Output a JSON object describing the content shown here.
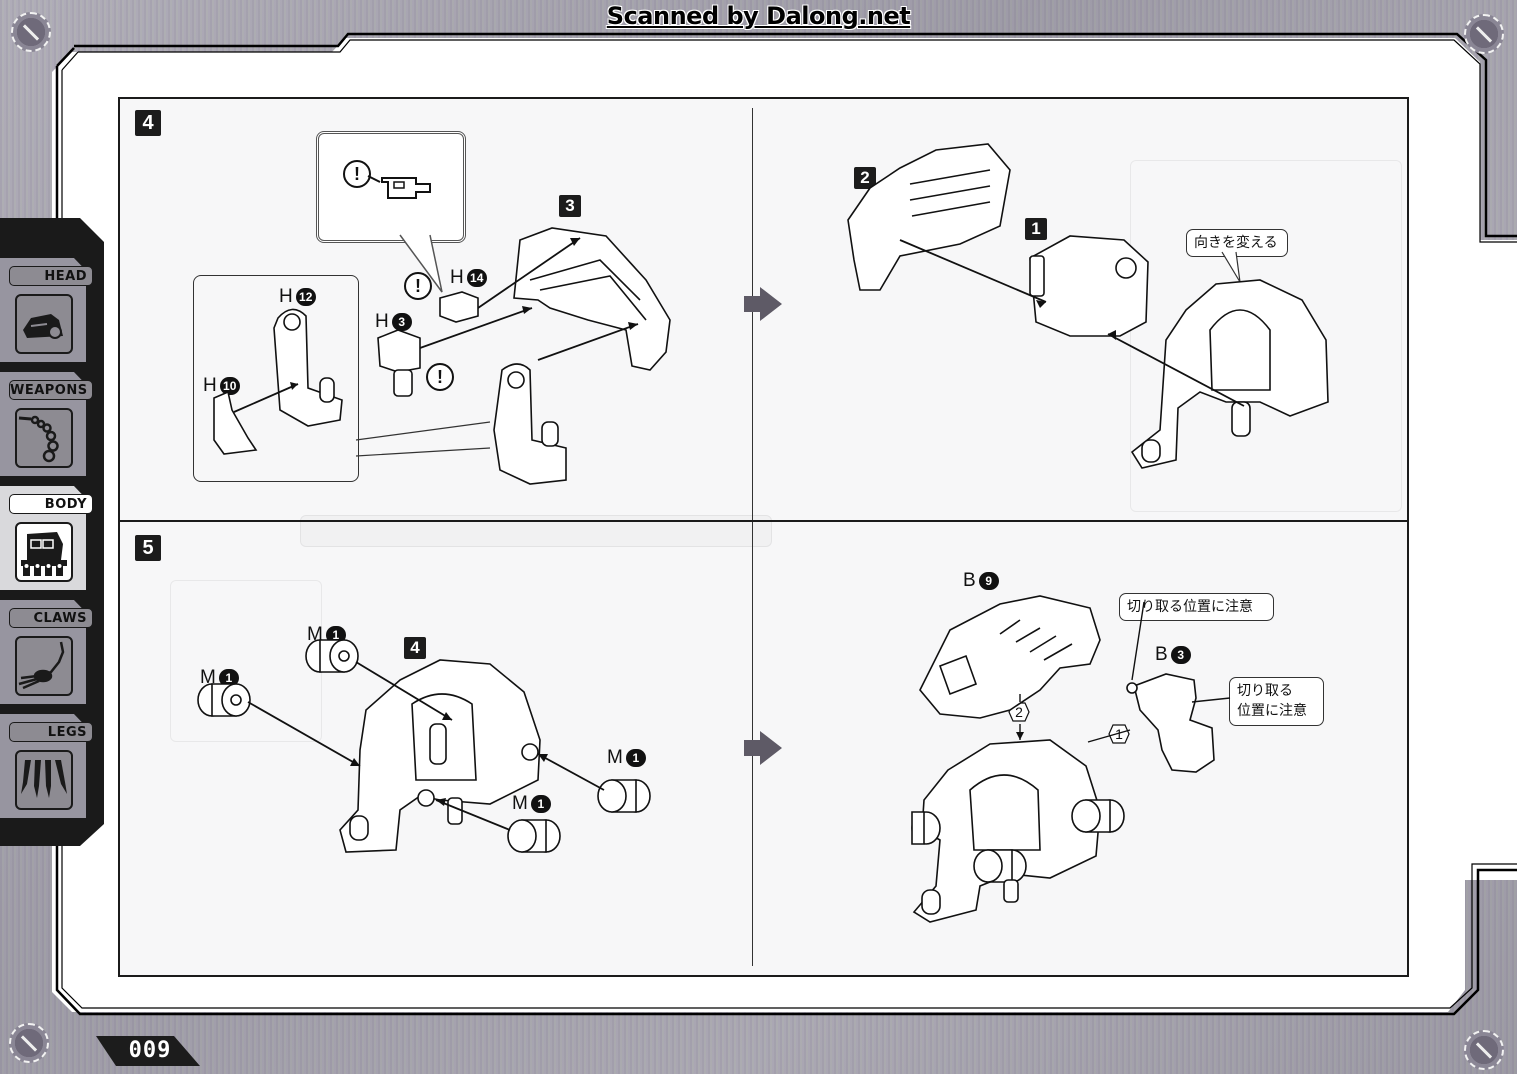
{
  "header": {
    "watermark": "Scanned by Dalong.net"
  },
  "sidebar": {
    "items": [
      {
        "label": "HEAD",
        "icon": "head-icon",
        "active": false
      },
      {
        "label": "WEAPONS",
        "icon": "weapons-icon",
        "active": false
      },
      {
        "label": "BODY",
        "icon": "body-icon",
        "active": true
      },
      {
        "label": "CLAWS",
        "icon": "claws-icon",
        "active": false
      },
      {
        "label": "LEGS",
        "icon": "legs-icon",
        "active": false
      }
    ]
  },
  "footer": {
    "page_number": "009"
  },
  "steps": [
    {
      "number": "4",
      "left": {
        "inset_parts": [
          {
            "runner": "H",
            "number": "12"
          },
          {
            "runner": "H",
            "number": "10"
          }
        ],
        "parts": [
          {
            "runner": "H",
            "number": "14"
          },
          {
            "runner": "H",
            "number": "3"
          }
        ],
        "warning_symbol": "!",
        "sub_assembly": "3"
      },
      "right": {
        "sub_assemblies": [
          "2",
          "1"
        ],
        "callout": "向きを変える"
      }
    },
    {
      "number": "5",
      "left": {
        "parts": [
          {
            "runner": "M",
            "number": "1"
          },
          {
            "runner": "M",
            "number": "1"
          },
          {
            "runner": "M",
            "number": "1"
          },
          {
            "runner": "M",
            "number": "1"
          }
        ],
        "sub_assembly": "4"
      },
      "right": {
        "parts": [
          {
            "runner": "B",
            "number": "9"
          },
          {
            "runner": "B",
            "number": "3"
          }
        ],
        "order_markers": [
          "2",
          "1"
        ],
        "callout_top": "切り取る位置に注意",
        "callout_side_line1": "切り取る",
        "callout_side_line2": "位置に注意"
      }
    }
  ]
}
